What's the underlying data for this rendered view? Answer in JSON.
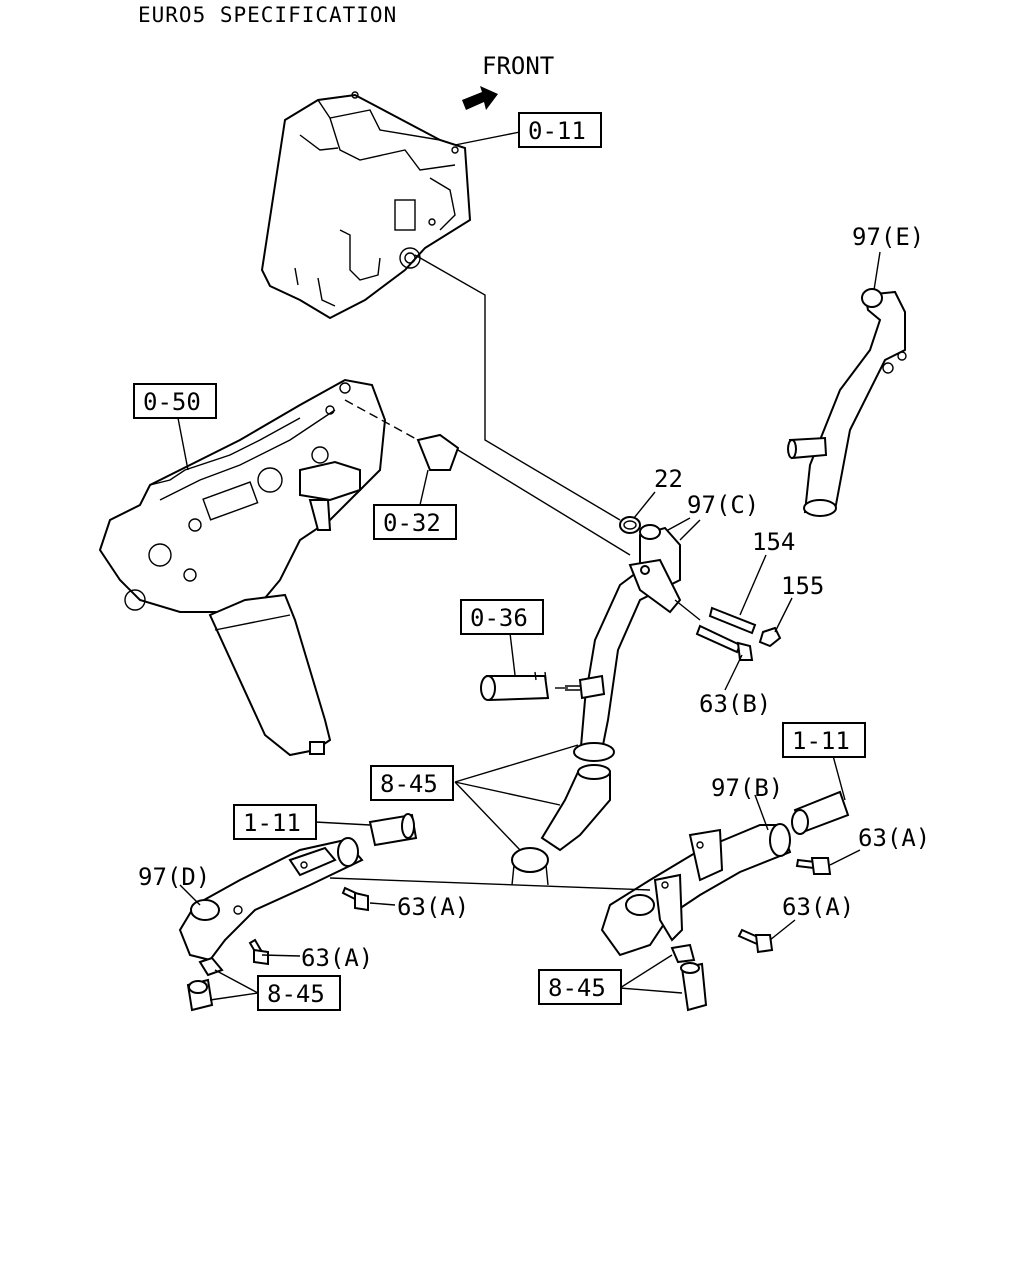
{
  "title": "EURO5 SPECIFICATION",
  "front_label": "FRONT",
  "boxed_labels": {
    "engine_block": "0-11",
    "manifold": "0-50",
    "gasket": "0-32",
    "hose": "0-36",
    "hose_clamp_center": "8-45",
    "pipe_left": "1-11",
    "pipe_right": "1-11",
    "clamp_left": "8-45",
    "clamp_right": "8-45"
  },
  "callouts": {
    "pipe_e": "97(E)",
    "o_ring": "22",
    "pipe_c": "97(C)",
    "stud": "154",
    "nut": "155",
    "bolt_b": "63(B)",
    "pipe_b": "97(B)",
    "bolt_a_right_upper": "63(A)",
    "bolt_a_right_lower": "63(A)",
    "pipe_d": "97(D)",
    "bolt_a_left_upper": "63(A)",
    "bolt_a_left_lower": "63(A)"
  }
}
